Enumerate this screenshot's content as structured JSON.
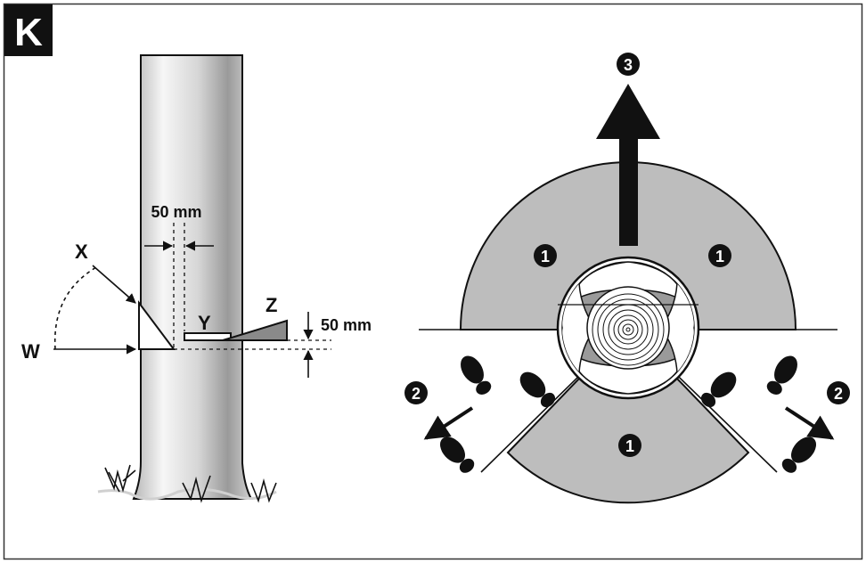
{
  "panel_letter": "K",
  "labels": {
    "w": "W",
    "x": "X",
    "y": "Y",
    "z": "Z"
  },
  "dimensions": {
    "hinge_width": "50 mm",
    "step_height": "50 mm"
  },
  "zones": {
    "danger_zone_marker": "1",
    "escape_route_marker": "2",
    "fall_direction_marker": "3"
  },
  "colors": {
    "ink": "#111111",
    "zone_fill": "#bdbdbd",
    "trunk_fill": "#dcdcdc"
  }
}
